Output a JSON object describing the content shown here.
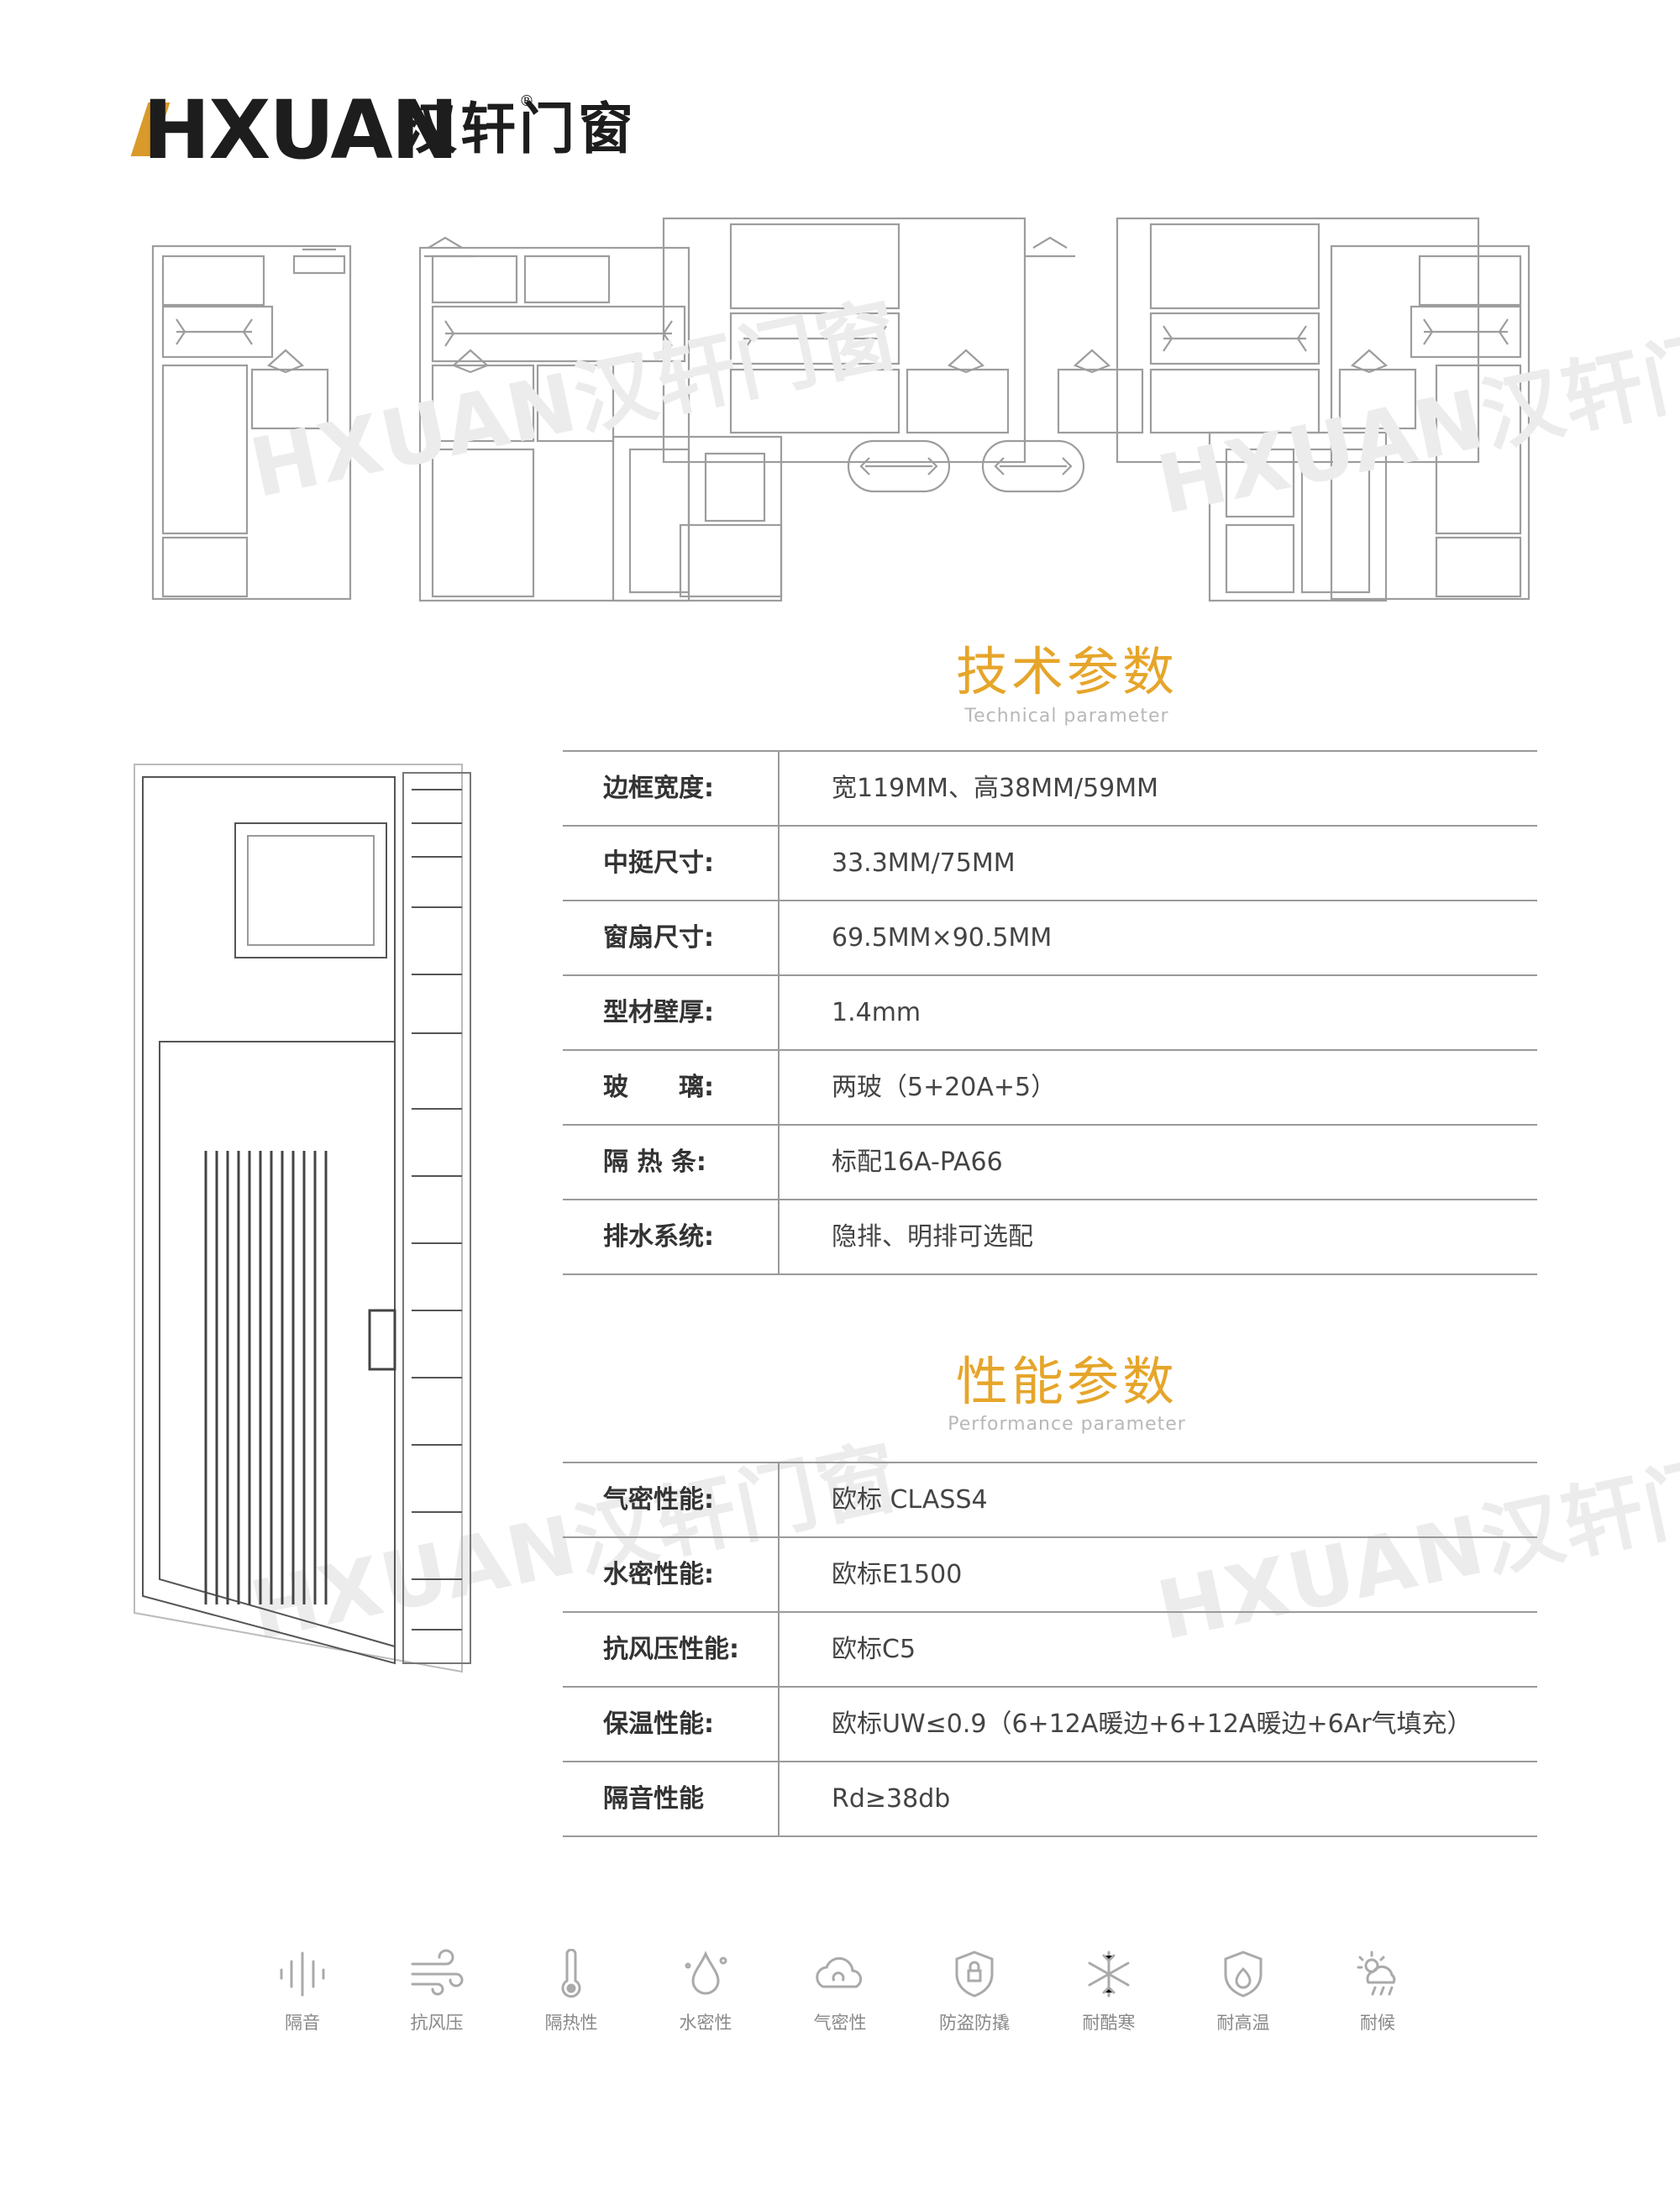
{
  "brand": {
    "logo_latin": "HXUAN",
    "logo_cjk": "汉轩门窗",
    "registered_mark": "®",
    "accent_color": "#e6a52a",
    "logo_mark_color": "#d99a2b"
  },
  "watermark_text": "HXUAN汉轩门窗",
  "technical": {
    "title": "技术参数",
    "subtitle": "Technical parameter",
    "rows": [
      {
        "label": "边框宽度:",
        "value": "宽119MM、高38MM/59MM"
      },
      {
        "label": "中挺尺寸:",
        "value": "33.3MM/75MM"
      },
      {
        "label": "窗扇尺寸:",
        "value": "69.5MM×90.5MM"
      },
      {
        "label": "型材壁厚:",
        "value": "1.4mm"
      },
      {
        "label": "玻　　璃:",
        "value": "两玻（5+20A+5）"
      },
      {
        "label": "隔 热 条:",
        "value": "标配16A-PA66"
      },
      {
        "label": "排水系统:",
        "value": "隐排、明排可选配"
      }
    ]
  },
  "performance": {
    "title": "性能参数",
    "subtitle": "Performance parameter",
    "rows": [
      {
        "label": "气密性能:",
        "value": "欧标 CLASS4"
      },
      {
        "label": "水密性能:",
        "value": "欧标E1500"
      },
      {
        "label": "抗风压性能:",
        "value": "欧标C5"
      },
      {
        "label": "保温性能:",
        "value": "欧标UW≤0.9（6+12A暖边+6+12A暖边+6Ar气填充）"
      },
      {
        "label": "隔音性能",
        "value": "Rd≥38db"
      }
    ]
  },
  "features": [
    {
      "label": "隔音",
      "icon": "sound-icon"
    },
    {
      "label": "抗风压",
      "icon": "wind-icon"
    },
    {
      "label": "隔热性",
      "icon": "thermometer-icon"
    },
    {
      "label": "水密性",
      "icon": "water-drop-icon"
    },
    {
      "label": "气密性",
      "icon": "cloud-icon"
    },
    {
      "label": "防盗防撬",
      "icon": "shield-lock-icon"
    },
    {
      "label": "耐酷寒",
      "icon": "snowflake-icon"
    },
    {
      "label": "耐高温",
      "icon": "shield-flame-icon"
    },
    {
      "label": "耐候",
      "icon": "sun-rain-icon"
    }
  ]
}
